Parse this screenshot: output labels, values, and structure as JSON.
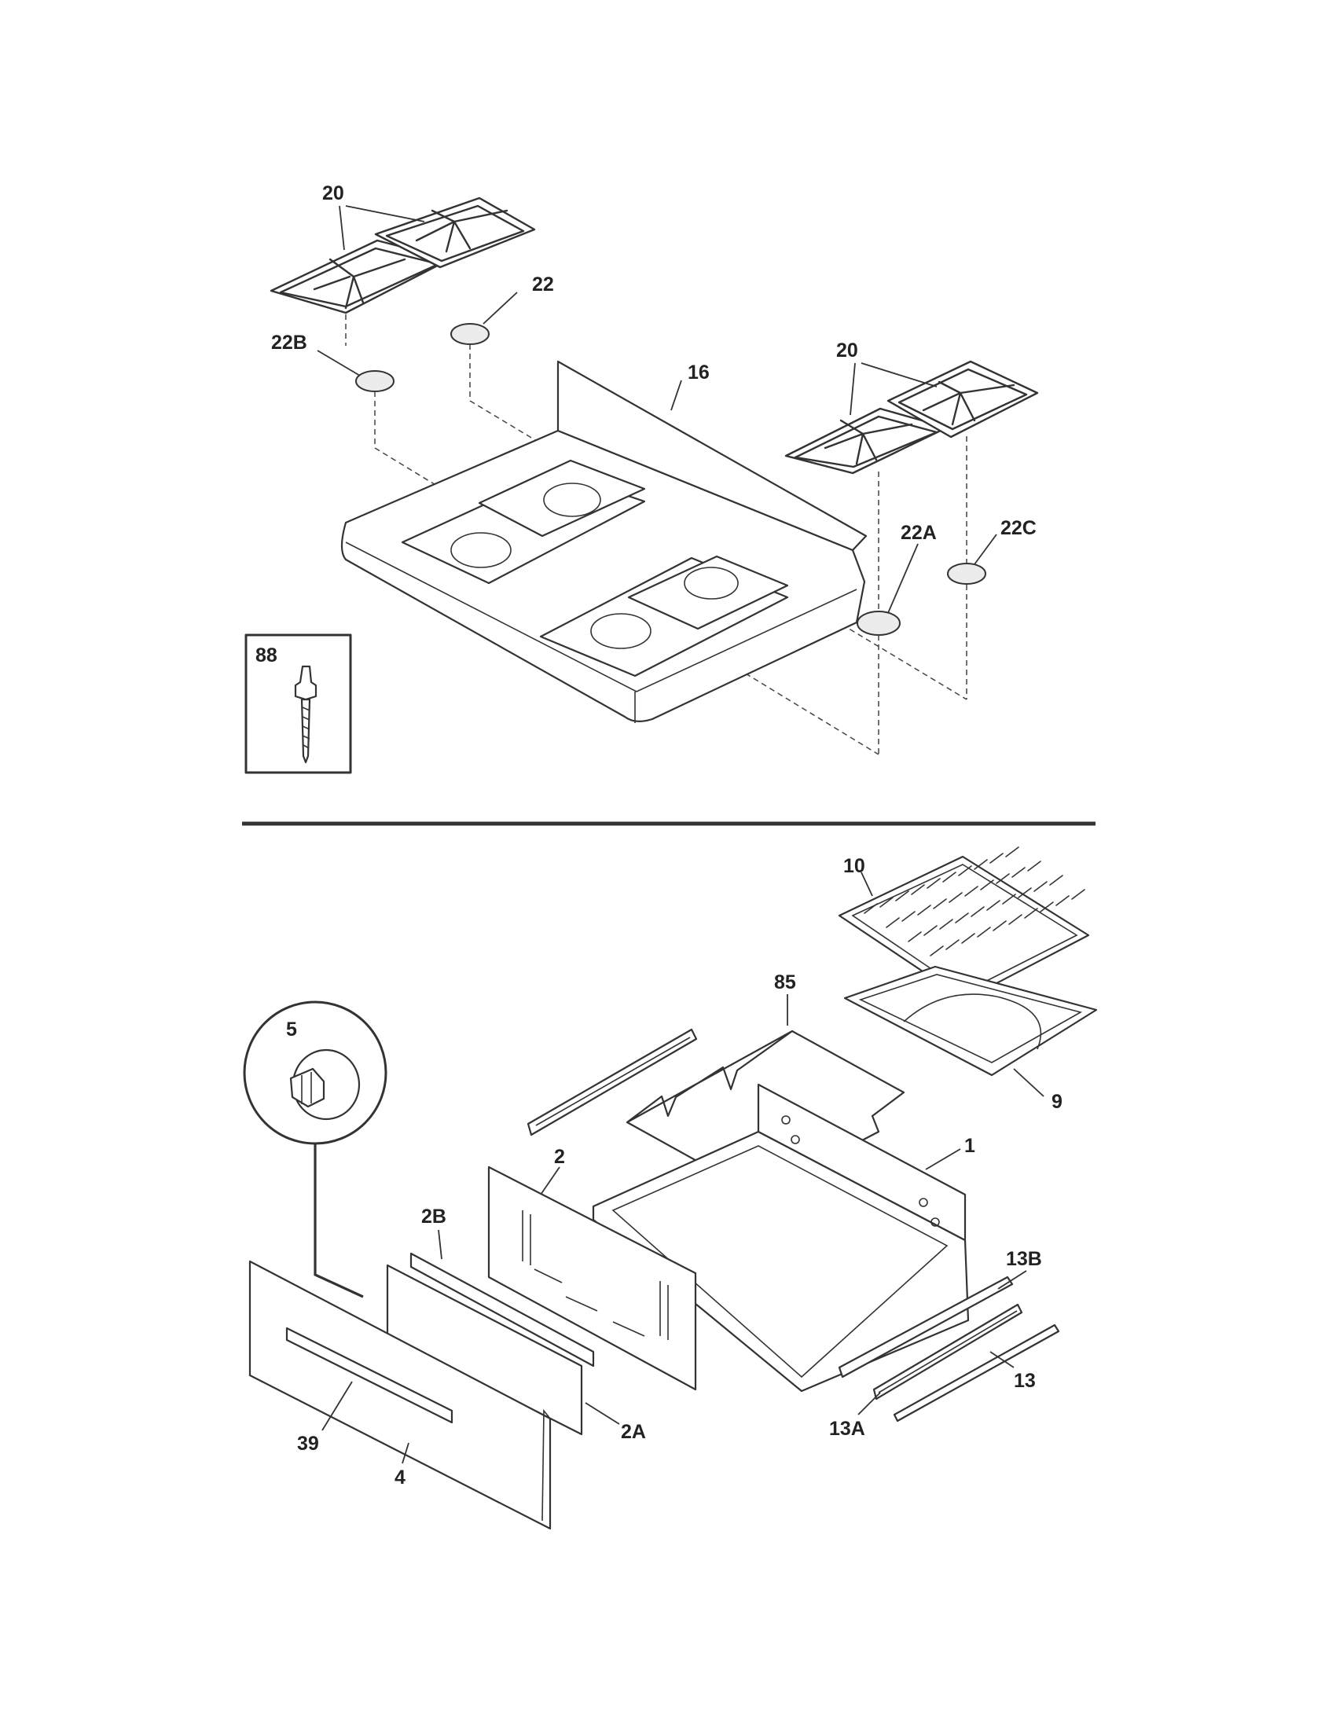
{
  "callouts": {
    "grates_left": "20",
    "cap_22": "22",
    "cap_22b": "22B",
    "cooktop": "16",
    "grates_right": "20",
    "cap_22a": "22A",
    "cap_22c": "22C",
    "screw": "88",
    "broiler_grid": "10",
    "broiler_rack": "85",
    "broiler_pan": "9",
    "knob": "5",
    "panel_2": "2",
    "drawer_body": "1",
    "panel_2b": "2B",
    "slide_13b": "13B",
    "slide_13": "13",
    "slide_13a": "13A",
    "panel_2a": "2A",
    "handle": "39",
    "drawer_front": "4"
  },
  "colors": {
    "ink": "#333333",
    "cap_fill": "#ececec",
    "background": "#ffffff"
  }
}
